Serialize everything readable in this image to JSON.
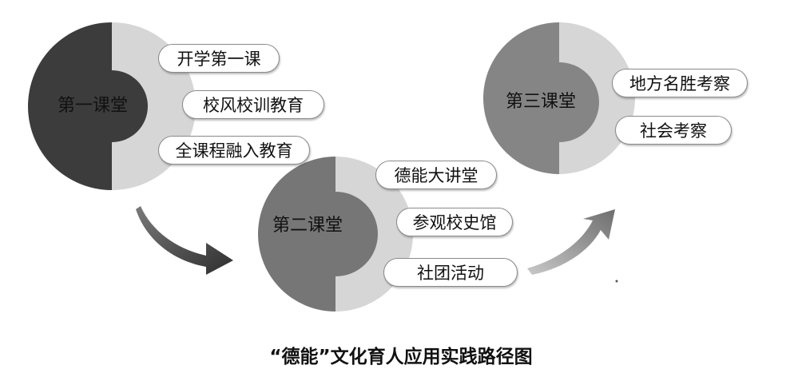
{
  "classrooms": [
    {
      "title": "第一课堂",
      "items": [
        "开学第一课",
        "校风校训教育",
        "全课程融入教育"
      ]
    },
    {
      "title": "第二课堂",
      "items": [
        "德能大讲堂",
        "参观校史馆",
        "社团活动"
      ]
    },
    {
      "title": "第三课堂",
      "items": [
        "地方名胜考察",
        "社会考察"
      ]
    }
  ],
  "caption": "“德能”文化育人应用实践路径图",
  "colors": {
    "circle1_dark": "#3c3c3c",
    "circle2_mid": "#767676",
    "circle3_mid": "#858585",
    "right_half_light": "#d6d6d6",
    "arrow_dark": "#3a3a3a",
    "arrow_light": "#8a8a8a"
  }
}
